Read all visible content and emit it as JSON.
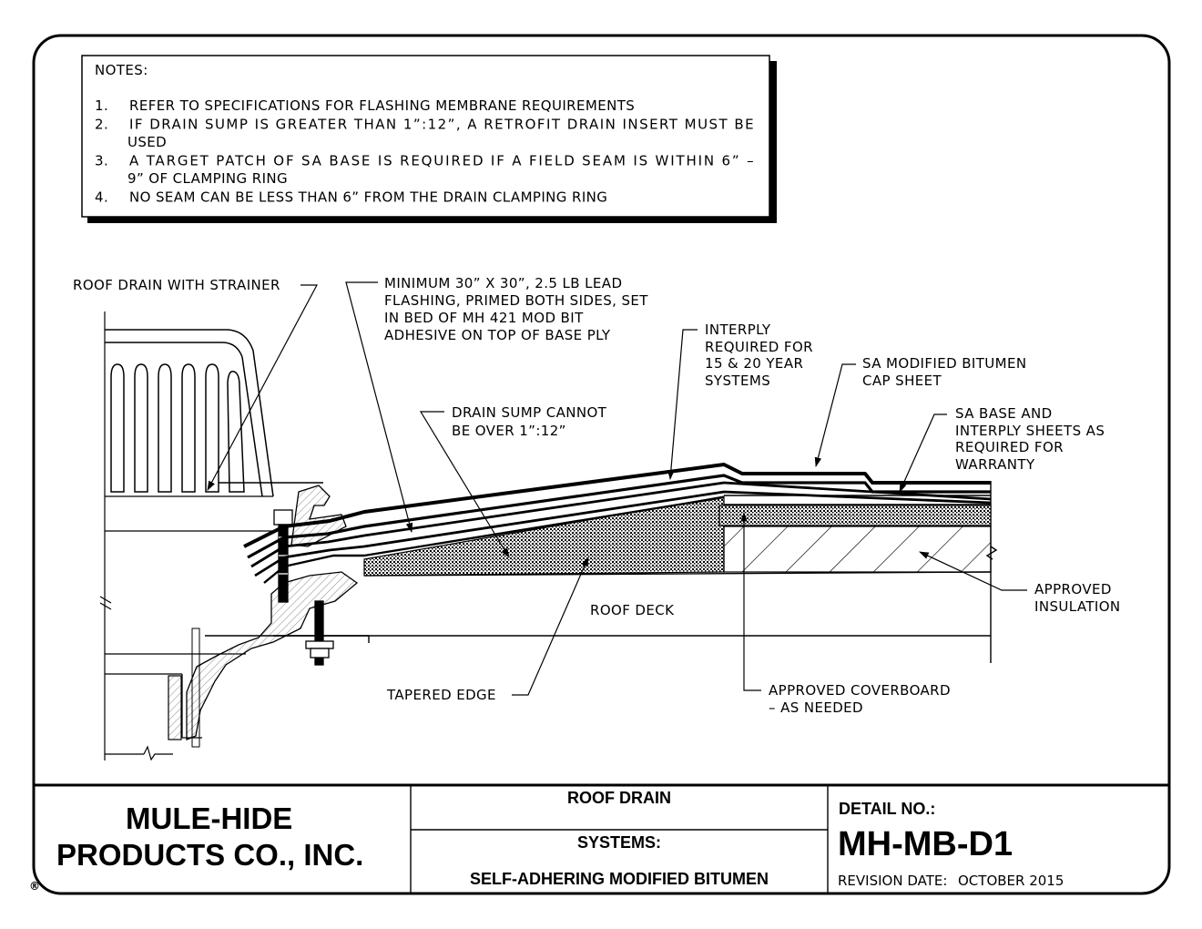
{
  "notes": {
    "heading": "NOTES:",
    "items": [
      {
        "num": "1.",
        "lines": [
          "REFER TO SPECIFICATIONS FOR FLASHING MEMBRANE REQUIREMENTS"
        ]
      },
      {
        "num": "2.",
        "lines": [
          "IF DRAIN SUMP IS GREATER THAN 1”:12”, A RETROFIT DRAIN INSERT MUST BE",
          "USED"
        ]
      },
      {
        "num": "3.",
        "lines": [
          "A TARGET PATCH OF SA BASE IS REQUIRED IF A FIELD SEAM IS WITHIN 6” –",
          "9” OF CLAMPING RING"
        ]
      },
      {
        "num": "4.",
        "lines": [
          "NO SEAM CAN BE LESS THAN 6” FROM THE DRAIN CLAMPING RING"
        ]
      }
    ]
  },
  "callouts": {
    "roof_drain": [
      "ROOF DRAIN WITH STRAINER"
    ],
    "lead_flashing": [
      "MINIMUM 30” X 30”, 2.5 LB LEAD",
      "FLASHING, PRIMED BOTH SIDES, SET",
      "IN BED OF MH 421 MOD BIT",
      "ADHESIVE ON TOP OF BASE PLY"
    ],
    "interply": [
      "INTERPLY",
      "REQUIRED FOR",
      "15 & 20 YEAR",
      "SYSTEMS"
    ],
    "cap_sheet": [
      "SA MODIFIED BITUMEN",
      "CAP SHEET"
    ],
    "sa_base": [
      "SA BASE AND",
      "INTERPLY SHEETS AS",
      "REQUIRED FOR",
      "WARRANTY"
    ],
    "drain_sump": [
      "DRAIN SUMP CANNOT",
      "BE OVER 1”:12”"
    ],
    "insulation": [
      "APPROVED",
      "INSULATION"
    ],
    "roof_deck": [
      "ROOF DECK"
    ],
    "tapered_edge": [
      "TAPERED EDGE"
    ],
    "coverboard": [
      "APPROVED COVERBOARD",
      "– AS NEEDED"
    ]
  },
  "title_block": {
    "company_line1": "MULE-HIDE",
    "company_line2": "PRODUCTS CO., INC.",
    "registered_mark": "®",
    "drawing_title": "ROOF DRAIN",
    "systems_label": "SYSTEMS:",
    "system_name": "SELF-ADHERING MODIFIED BITUMEN",
    "detail_label": "DETAIL NO.:",
    "detail_number": "MH-MB-D1",
    "revision_label": "REVISION DATE:",
    "revision_date": "OCTOBER 2015"
  }
}
